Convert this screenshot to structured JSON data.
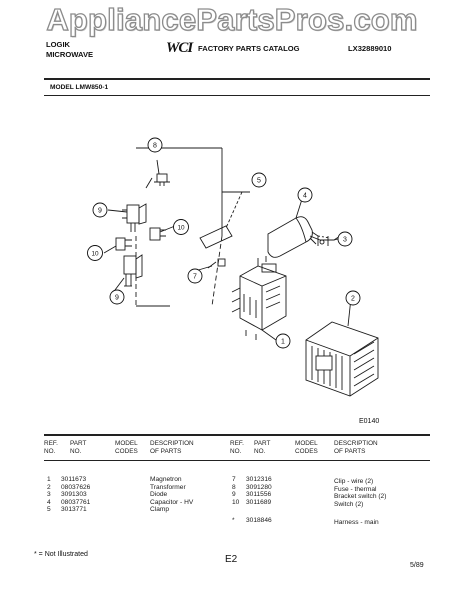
{
  "watermark": "AppliancePartsPros.com",
  "header": {
    "brand_line1": "LOGIK",
    "brand_line2": "MICROWAVE",
    "logo": "WCI",
    "catalog_title": "FACTORY PARTS CATALOG",
    "catalog_number": "LX32889010",
    "model_label": "MODEL LMW850-1"
  },
  "diagram": {
    "callouts": [
      "1",
      "2",
      "3",
      "4",
      "5",
      "7",
      "8",
      "9",
      "9",
      "10",
      "10"
    ],
    "figure_code": "E0140"
  },
  "table": {
    "headers": {
      "ref_no": "REF.\nNO.",
      "part_no": "PART\nNO.",
      "model_codes": "MODEL\nCODES",
      "description": "DESCRIPTION\nOF PARTS"
    },
    "left_rows": [
      {
        "ref": "1",
        "part": "3011673",
        "desc": "Magnetron"
      },
      {
        "ref": "2",
        "part": "08037626",
        "desc": "Transformer"
      },
      {
        "ref": "3",
        "part": "3091303",
        "desc": "Diode"
      },
      {
        "ref": "4",
        "part": "08037761",
        "desc": "Capacitor - HV"
      },
      {
        "ref": "5",
        "part": "3013771",
        "desc": "Clamp"
      }
    ],
    "right_rows": [
      {
        "ref": "7",
        "part": "3012316",
        "desc": "Clip - wire (2)"
      },
      {
        "ref": "8",
        "part": "3091280",
        "desc": "Fuse - thermal"
      },
      {
        "ref": "9",
        "part": "3011556",
        "desc": "Bracket switch (2)"
      },
      {
        "ref": "10",
        "part": "3011689",
        "desc": "Switch (2)"
      },
      {
        "ref": "*",
        "part": "3018846",
        "desc": "Harness - main"
      }
    ]
  },
  "footer": {
    "note": "* = Not Illustrated",
    "page": "E2",
    "date": "5/89"
  }
}
